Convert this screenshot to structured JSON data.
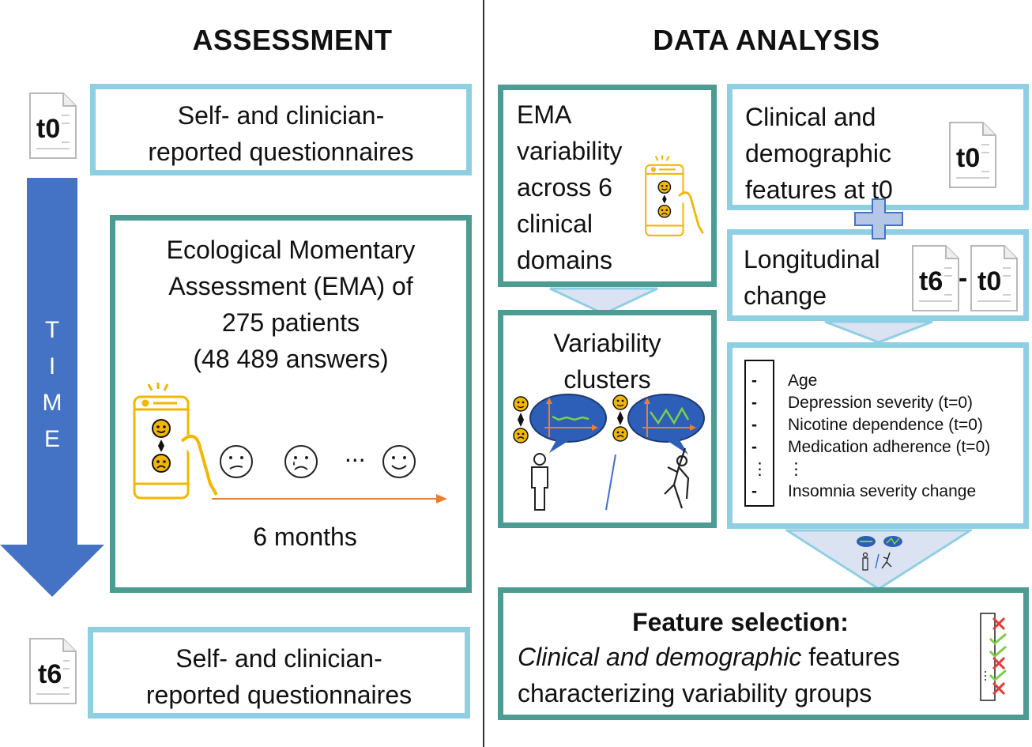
{
  "headings": {
    "assessment": "ASSESSMENT",
    "analysis": "DATA ANALYSIS"
  },
  "assessment": {
    "doc_t0": "t0",
    "questionnaires_t0": [
      "Self- and clinician-",
      "reported questionnaires"
    ],
    "time_letters": [
      "T",
      "I",
      "M",
      "E"
    ],
    "ema": [
      "Ecological Momentary",
      "Assessment (EMA) of",
      "275 patients",
      "(48 489 answers)"
    ],
    "ellipsis": "...",
    "duration": "6 months",
    "doc_t6": "t6",
    "questionnaires_t6": [
      "Self- and clinician-",
      "reported questionnaires"
    ]
  },
  "analysis": {
    "ema_variability": [
      "EMA",
      "variability",
      "across 6",
      "clinical",
      "domains"
    ],
    "clinical_demo": [
      "Clinical and",
      "demographic",
      "features at t0"
    ],
    "doc_t0": "t0",
    "longitudinal": [
      "Longitudinal",
      "change"
    ],
    "doc_t6": "t6",
    "minus": "-",
    "doc_t0b": "t0",
    "clusters": [
      "Variability",
      "clusters"
    ],
    "features_list": [
      {
        "bullet": "-",
        "text": "Age"
      },
      {
        "bullet": "-",
        "text": "Depression severity (t=0)"
      },
      {
        "bullet": "-",
        "text": "Nicotine dependence (t=0)"
      },
      {
        "bullet": "-",
        "text": "Medication adherence (t=0)"
      },
      {
        "bullet": "⋮",
        "text": "⋮"
      },
      {
        "bullet": "-",
        "text": "Insomnia severity change"
      }
    ],
    "feature_selection": {
      "title": "Feature selection:",
      "line2_italic": "Clinical and demographic",
      "line2_rest": " features",
      "line3": "characterizing variability groups"
    }
  },
  "colors": {
    "light_border": "#8fcfe4",
    "teal_border": "#4c9c93",
    "arrow_blue": "#4472c4",
    "orange": "#ed7d31",
    "phone_yellow": "#f2b705",
    "bubble_blue": "#2e5fb8"
  },
  "icons": [
    "document-icon",
    "phone-icon",
    "smiley-icon",
    "sad-face-icon",
    "frown-face-icon",
    "standing-person-icon",
    "jumping-person-icon",
    "checklist-icon",
    "plus-icon"
  ]
}
